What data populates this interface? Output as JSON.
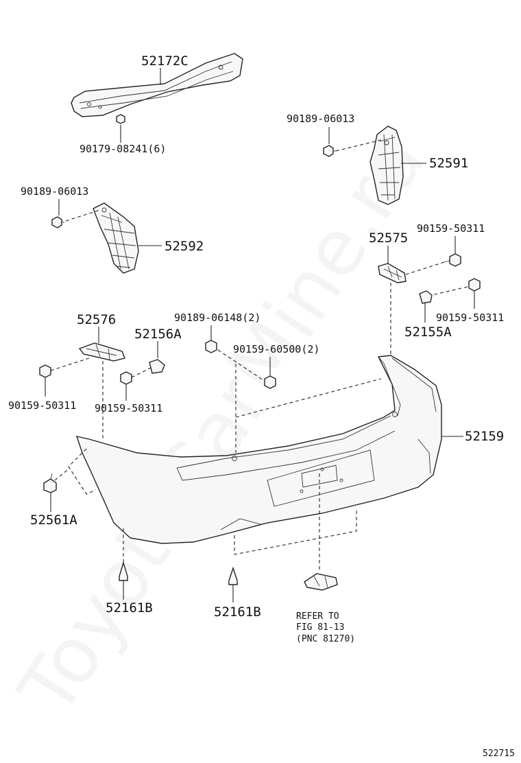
{
  "watermark": "ToyotaCarMine.ru",
  "figure_id": "522715",
  "labels": {
    "p52172C": "52172C",
    "p90179": "90179-08241(6)",
    "p90189_top": "90189-06013",
    "p52591": "52591",
    "p90189_left": "90189-06013",
    "p52592": "52592",
    "p52575": "52575",
    "p90159_a": "90159-50311",
    "p90159_b": "90159-50311",
    "p52155A": "52155A",
    "p52576": "52576",
    "p52156A": "52156A",
    "p90189_06148": "90189-06148(2)",
    "p90159_60500": "90159-60500(2)",
    "p90159_c": "90159-50311",
    "p90159_d": "90159-50311",
    "p52159": "52159",
    "p52561A": "52561A",
    "p52161B_left": "52161B",
    "p52161B_mid": "52161B",
    "refer_1": "REFER TO",
    "refer_2": "FIG 81-13",
    "refer_3": "(PNC 81270)"
  }
}
